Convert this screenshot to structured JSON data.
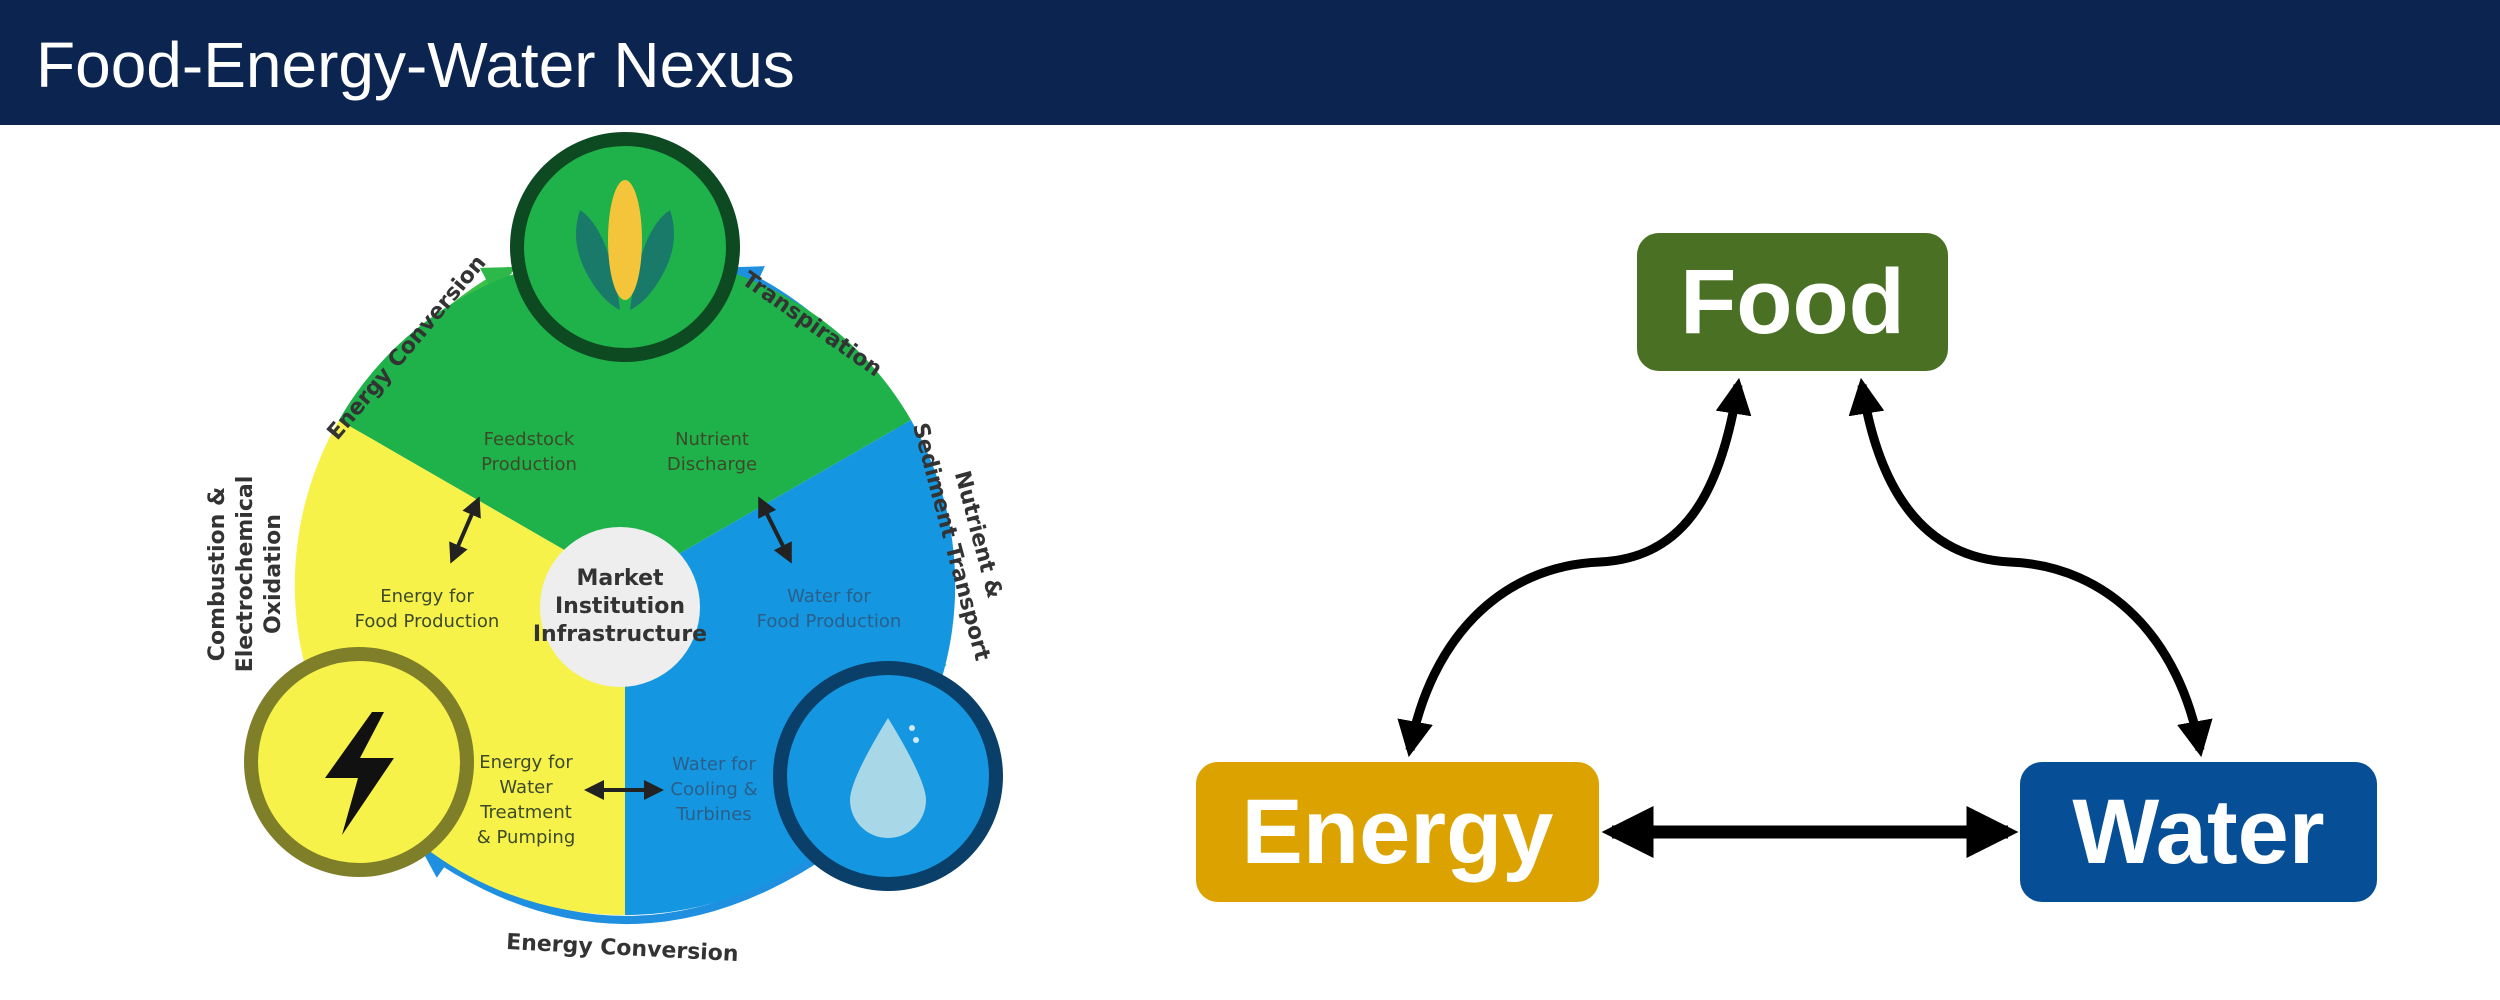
{
  "header": {
    "title": "Food-Energy-Water Nexus"
  },
  "cycle": {
    "center": [
      "Market",
      "Institution",
      "Infrastructure"
    ],
    "sectors": {
      "feedstock": [
        "Feedstock",
        "Production"
      ],
      "nutrient": [
        "Nutrient",
        "Discharge"
      ],
      "energy_food": [
        "Energy for",
        "Food Production"
      ],
      "water_food": [
        "Water for",
        "Food Production"
      ],
      "energy_water": [
        "Energy for",
        "Water",
        "Treatment",
        "& Pumping"
      ],
      "water_cooling": [
        "Water for",
        "Cooling &",
        "Turbines"
      ]
    },
    "flows": {
      "energy_conversion_top": "Energy Conversion",
      "transpiration": "Transpiration",
      "nutrient_transport": [
        "Nutrient &",
        "Sediment Transport"
      ],
      "combustion": [
        "Combustion &",
        "Electrochemical",
        "Oxidation"
      ],
      "energy_conversion_bottom": "Energy Conversion"
    },
    "colors": {
      "food": "#1fb14a",
      "energy": "#f6f24a",
      "water": "#1596e0"
    }
  },
  "nexus": {
    "food": "Food",
    "energy": "Energy",
    "water": "Water",
    "colors": {
      "food": "#4a7023",
      "energy": "#dba200",
      "water": "#064f96"
    }
  }
}
